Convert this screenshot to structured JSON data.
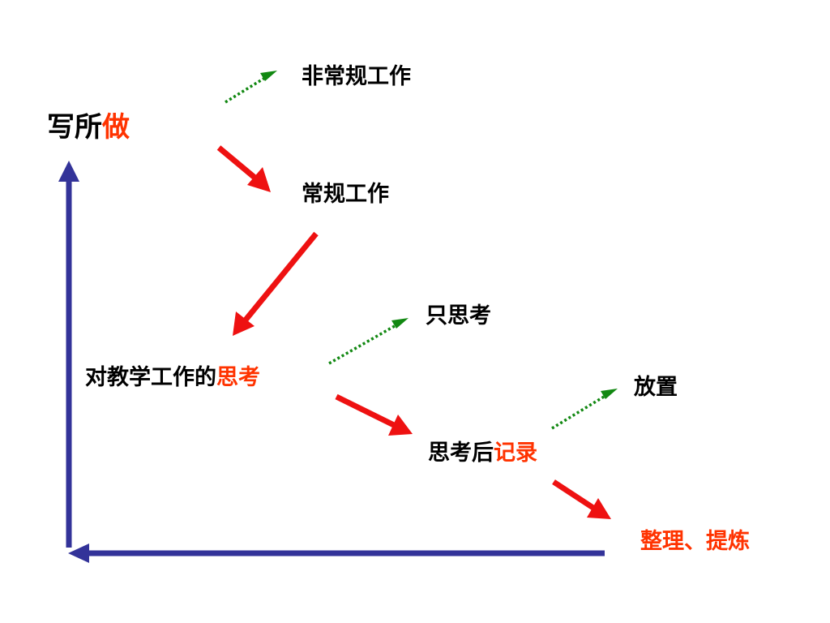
{
  "colors": {
    "text": "#000000",
    "accent": "#ff3300",
    "red_arrow": "#ee1111",
    "green_arrow": "#118811",
    "blue_axis": "#333399"
  },
  "nodes": {
    "write_do": {
      "prefix": "写所",
      "emphasis": "做"
    },
    "non_routine": {
      "text": "非常规工作"
    },
    "routine": {
      "text": "常规工作"
    },
    "think_only": {
      "text": "只思考"
    },
    "reflection": {
      "prefix": "对教学工作的",
      "emphasis": "思考"
    },
    "shelve": {
      "text": "放置"
    },
    "record": {
      "prefix": "思考后",
      "emphasis": "记录"
    },
    "refine": {
      "text": "整理、提炼"
    }
  }
}
